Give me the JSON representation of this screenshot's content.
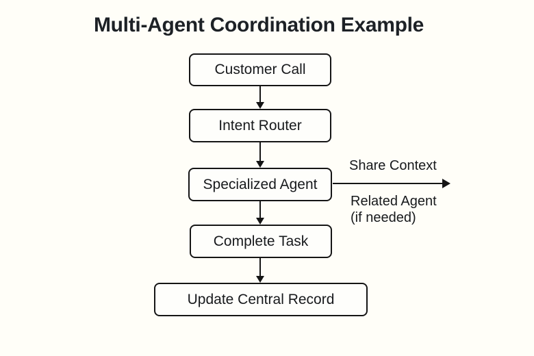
{
  "diagram": {
    "title": "Multi-Agent Coordination Example",
    "nodes": [
      {
        "id": "customer-call",
        "label": "Customer Call"
      },
      {
        "id": "intent-router",
        "label": "Intent Router"
      },
      {
        "id": "specialized-agent",
        "label": "Specialized Agent"
      },
      {
        "id": "complete-task",
        "label": "Complete Task"
      },
      {
        "id": "update-central-record",
        "label": "Update Central Record"
      }
    ],
    "edges": [
      {
        "from": "customer-call",
        "to": "intent-router",
        "label": ""
      },
      {
        "from": "intent-router",
        "to": "specialized-agent",
        "label": ""
      },
      {
        "from": "specialized-agent",
        "to": "complete-task",
        "label": ""
      },
      {
        "from": "complete-task",
        "to": "update-central-record",
        "label": ""
      },
      {
        "from": "specialized-agent",
        "to": "related-agent",
        "label": "Share Context"
      }
    ],
    "side_labels": {
      "share_context": "Share Context",
      "related_agent": "Related Agent",
      "related_agent_note": "(if needed)"
    },
    "colors": {
      "background": "#FFFEF8",
      "node_fill": "#FEFEFB",
      "border": "#151515",
      "text": "#17191c"
    }
  }
}
